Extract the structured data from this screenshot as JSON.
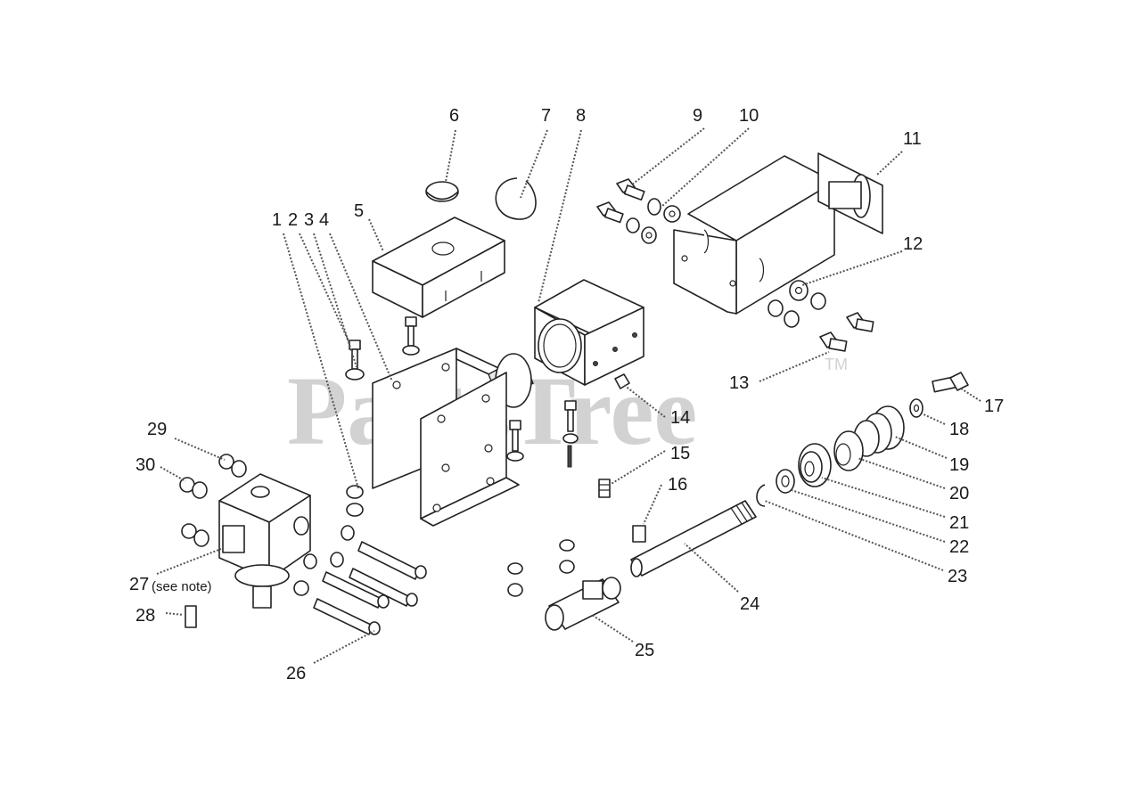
{
  "watermark": {
    "text": "PartsTree",
    "tm": "TM"
  },
  "callouts": [
    {
      "id": "1",
      "label": "1"
    },
    {
      "id": "2",
      "label": "2"
    },
    {
      "id": "3",
      "label": "3"
    },
    {
      "id": "4",
      "label": "4"
    },
    {
      "id": "5",
      "label": "5"
    },
    {
      "id": "6",
      "label": "6"
    },
    {
      "id": "7",
      "label": "7"
    },
    {
      "id": "8",
      "label": "8"
    },
    {
      "id": "9",
      "label": "9"
    },
    {
      "id": "10",
      "label": "10"
    },
    {
      "id": "11",
      "label": "11"
    },
    {
      "id": "12",
      "label": "12"
    },
    {
      "id": "13",
      "label": "13"
    },
    {
      "id": "14",
      "label": "14"
    },
    {
      "id": "15",
      "label": "15"
    },
    {
      "id": "16",
      "label": "16"
    },
    {
      "id": "17",
      "label": "17"
    },
    {
      "id": "18",
      "label": "18"
    },
    {
      "id": "19",
      "label": "19"
    },
    {
      "id": "20",
      "label": "20"
    },
    {
      "id": "21",
      "label": "21"
    },
    {
      "id": "22",
      "label": "22"
    },
    {
      "id": "23",
      "label": "23"
    },
    {
      "id": "24",
      "label": "24"
    },
    {
      "id": "25",
      "label": "25"
    },
    {
      "id": "26",
      "label": "26"
    },
    {
      "id": "27",
      "label": "27",
      "note": "(see note)"
    },
    {
      "id": "28",
      "label": "28"
    },
    {
      "id": "29",
      "label": "29"
    },
    {
      "id": "30",
      "label": "30"
    }
  ]
}
